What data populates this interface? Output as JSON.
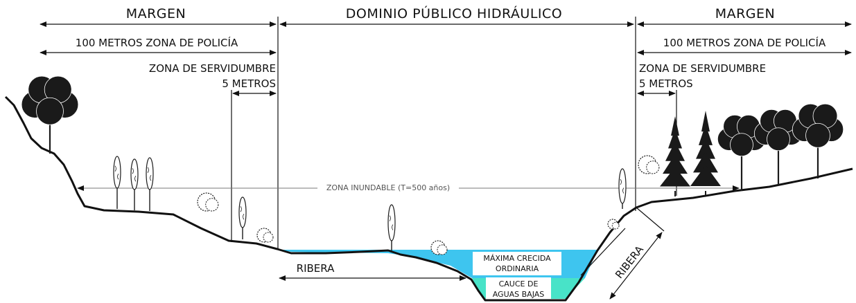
{
  "headers": {
    "left_margin": "MARGEN",
    "center": "DOMINIO PÚBLICO HIDRÁULICO",
    "right_margin": "MARGEN"
  },
  "zones": {
    "police_left": "100 METROS ZONA DE POLICÍA",
    "police_right": "100 METROS ZONA DE POLICÍA",
    "servitude_left_line1": "ZONA DE  SERVIDUMBRE",
    "servitude_left_line2": "5 METROS",
    "servitude_right_line1": "ZONA DE  SERVIDUMBRE",
    "servitude_right_line2": "5 METROS",
    "flood_zone": "ZONA INUNDABLE (T=500 años)"
  },
  "channel": {
    "ribera_left": "RIBERA",
    "ribera_right": "RIBERA",
    "max_flood_line1": "MÁXIMA CRECIDA",
    "max_flood_line2": "ORDINARIA",
    "low_water_line1": "CAUCE DE",
    "low_water_line2": "AGUAS BAJAS"
  },
  "colors": {
    "water_high": "#3ec5ef",
    "water_low": "#48e3c8",
    "ink": "#111111",
    "tree": "#1a1a1a"
  }
}
